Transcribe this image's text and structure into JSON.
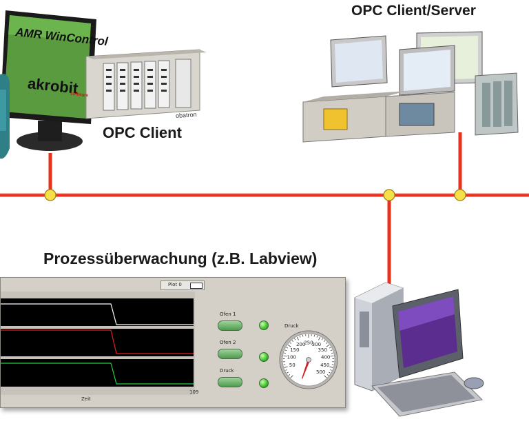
{
  "labels": {
    "opc_client_server": "OPC Client/Server",
    "opc_client": "OPC Client",
    "process_monitoring": "Prozessüberwachung (z.B. Labview)"
  },
  "monitor": {
    "screen_title": "AMR WinControl",
    "brand": "akrobit",
    "brand_sub": "software"
  },
  "plc": {
    "label": "obatron"
  },
  "labview": {
    "plot_label": "Plot 0",
    "x_axis_label": "Zeit",
    "x_axis_end": "109",
    "buttons": [
      "Ofen 1",
      "Ofen 2",
      "Druck"
    ],
    "gauge_label": "Druck",
    "gauge_ticks": [
      "50",
      "100",
      "150",
      "200",
      "250",
      "300",
      "350",
      "400",
      "450",
      "500"
    ]
  },
  "colors": {
    "bus_line": "#e8321e",
    "bus_node": "#f5e04a",
    "panel_bg": "#d4d0c8",
    "plot_bg": "#000000",
    "trace_white": "#ffffff",
    "trace_red": "#e02020",
    "trace_green": "#20d040",
    "led_on": "#3cbf2b"
  }
}
